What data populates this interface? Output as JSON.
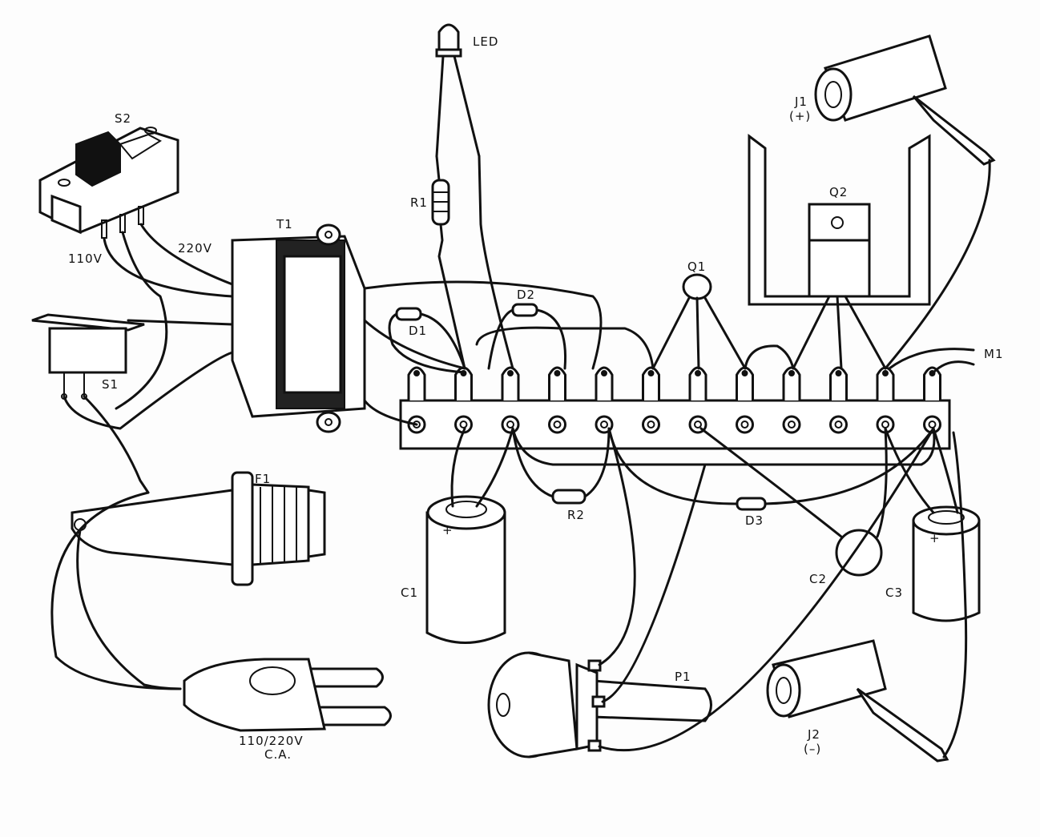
{
  "diagram": {
    "type": "wiring-diagram",
    "components": [
      {
        "id": "S2",
        "label": "S2",
        "kind": "slide-switch"
      },
      {
        "id": "S1",
        "label": "S1",
        "kind": "rocker-switch"
      },
      {
        "id": "T1",
        "label": "T1",
        "kind": "transformer"
      },
      {
        "id": "F1",
        "label": "F1",
        "kind": "fuse-holder"
      },
      {
        "id": "LED",
        "label": "LED",
        "kind": "led"
      },
      {
        "id": "R1",
        "label": "R1",
        "kind": "resistor"
      },
      {
        "id": "R2",
        "label": "R2",
        "kind": "resistor"
      },
      {
        "id": "D1",
        "label": "D1",
        "kind": "diode"
      },
      {
        "id": "D2",
        "label": "D2",
        "kind": "diode"
      },
      {
        "id": "D3",
        "label": "D3",
        "kind": "diode"
      },
      {
        "id": "Q1",
        "label": "Q1",
        "kind": "transistor"
      },
      {
        "id": "Q2",
        "label": "Q2",
        "kind": "power-transistor-with-heatsink"
      },
      {
        "id": "C1",
        "label": "C1",
        "kind": "electrolytic-capacitor",
        "polarity": "+"
      },
      {
        "id": "C2",
        "label": "C2",
        "kind": "ceramic-capacitor"
      },
      {
        "id": "C3",
        "label": "C3",
        "kind": "electrolytic-capacitor",
        "polarity": "+"
      },
      {
        "id": "P1",
        "label": "P1",
        "kind": "potentiometer"
      },
      {
        "id": "J1",
        "label": "J1",
        "polarity": "(+)",
        "kind": "binding-post"
      },
      {
        "id": "J2",
        "label": "J2",
        "polarity": "(–)",
        "kind": "binding-post"
      },
      {
        "id": "M1",
        "label": "M1",
        "kind": "meter-leads"
      },
      {
        "id": "PLUG",
        "label": "110/220V",
        "sublabel": "C.A.",
        "kind": "mains-plug"
      }
    ],
    "voltage_labels": {
      "low": "110V",
      "high": "220V"
    },
    "terminal_strip_lugs": 12
  }
}
